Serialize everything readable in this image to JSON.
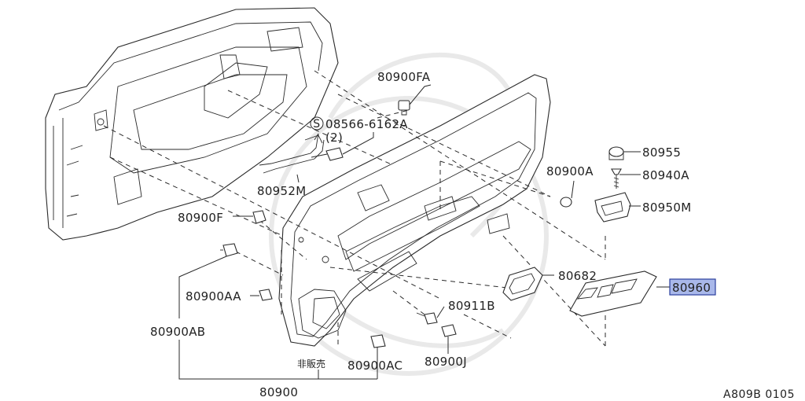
{
  "diagram": {
    "labels": {
      "p80900FA": "80900FA",
      "p08566": "08566-6162A",
      "p08566_qty": "(2)",
      "p08566_prefix": "S",
      "p80955": "80955",
      "p80940A": "80940A",
      "p80900A": "80900A",
      "p80952M": "80952M",
      "p80950M": "80950M",
      "p80900F": "80900F",
      "p80682": "80682",
      "p80960": "80960",
      "p80900AA": "80900AA",
      "p80911B": "80911B",
      "p80900AB": "80900AB",
      "p80900AC": "80900AC",
      "p80900J": "80900J",
      "p80900": "80900",
      "not_for_sale": "非販売"
    },
    "reference": "A809B 0105",
    "highlight_color": "#a9b8ea",
    "line_color": "#2a2a2a"
  }
}
